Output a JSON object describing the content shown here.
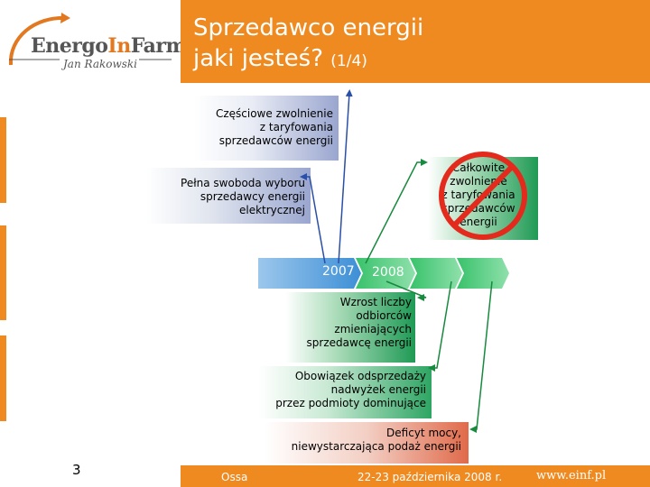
{
  "header": {
    "logo_brand_prefix": "Energo",
    "logo_brand_in": "In",
    "logo_brand_suffix": "Farm",
    "logo_author": "Jan Rakowski",
    "title_line1": "Sprzedawco energii",
    "title_line2": "jaki jesteś?",
    "title_page": "(1/4)"
  },
  "boxes": {
    "partial_exemption": [
      "Częściowe zwolnienie",
      "z taryfowania",
      "sprzedawców energii"
    ],
    "freedom_choice": [
      "Pełna swoboda wyboru",
      "sprzedawcy energii",
      "elektrycznej"
    ],
    "full_exemption": [
      "Całkowite",
      "zwolnienie",
      "z taryfowania",
      "sprzedawców",
      "energii"
    ],
    "customer_growth": [
      "Wzrost liczby",
      "odbiorców",
      "zmieniających",
      "sprzedawcę energii"
    ],
    "resale_obligation": [
      "Obowiązek odsprzedaży",
      "nadwyżek energii",
      "przez podmioty dominujące"
    ],
    "power_deficit": [
      "Deficyt mocy,",
      "niewystarczająca podaż energii"
    ]
  },
  "timeline": {
    "year_a": "2007",
    "year_b": "2008"
  },
  "footer": {
    "page_number": "3",
    "location": "Ossa",
    "date": "22-23 października 2008 r.",
    "url": "www.einf.pl"
  },
  "colors": {
    "brand_orange": "#ef8a20",
    "timeline_blue": "#3d8fd6",
    "timeline_green": "#2eb861",
    "arrow_blue": "#2a4fa8",
    "arrow_green": "#178a3e",
    "prohibition_red": "#e32a1c"
  }
}
